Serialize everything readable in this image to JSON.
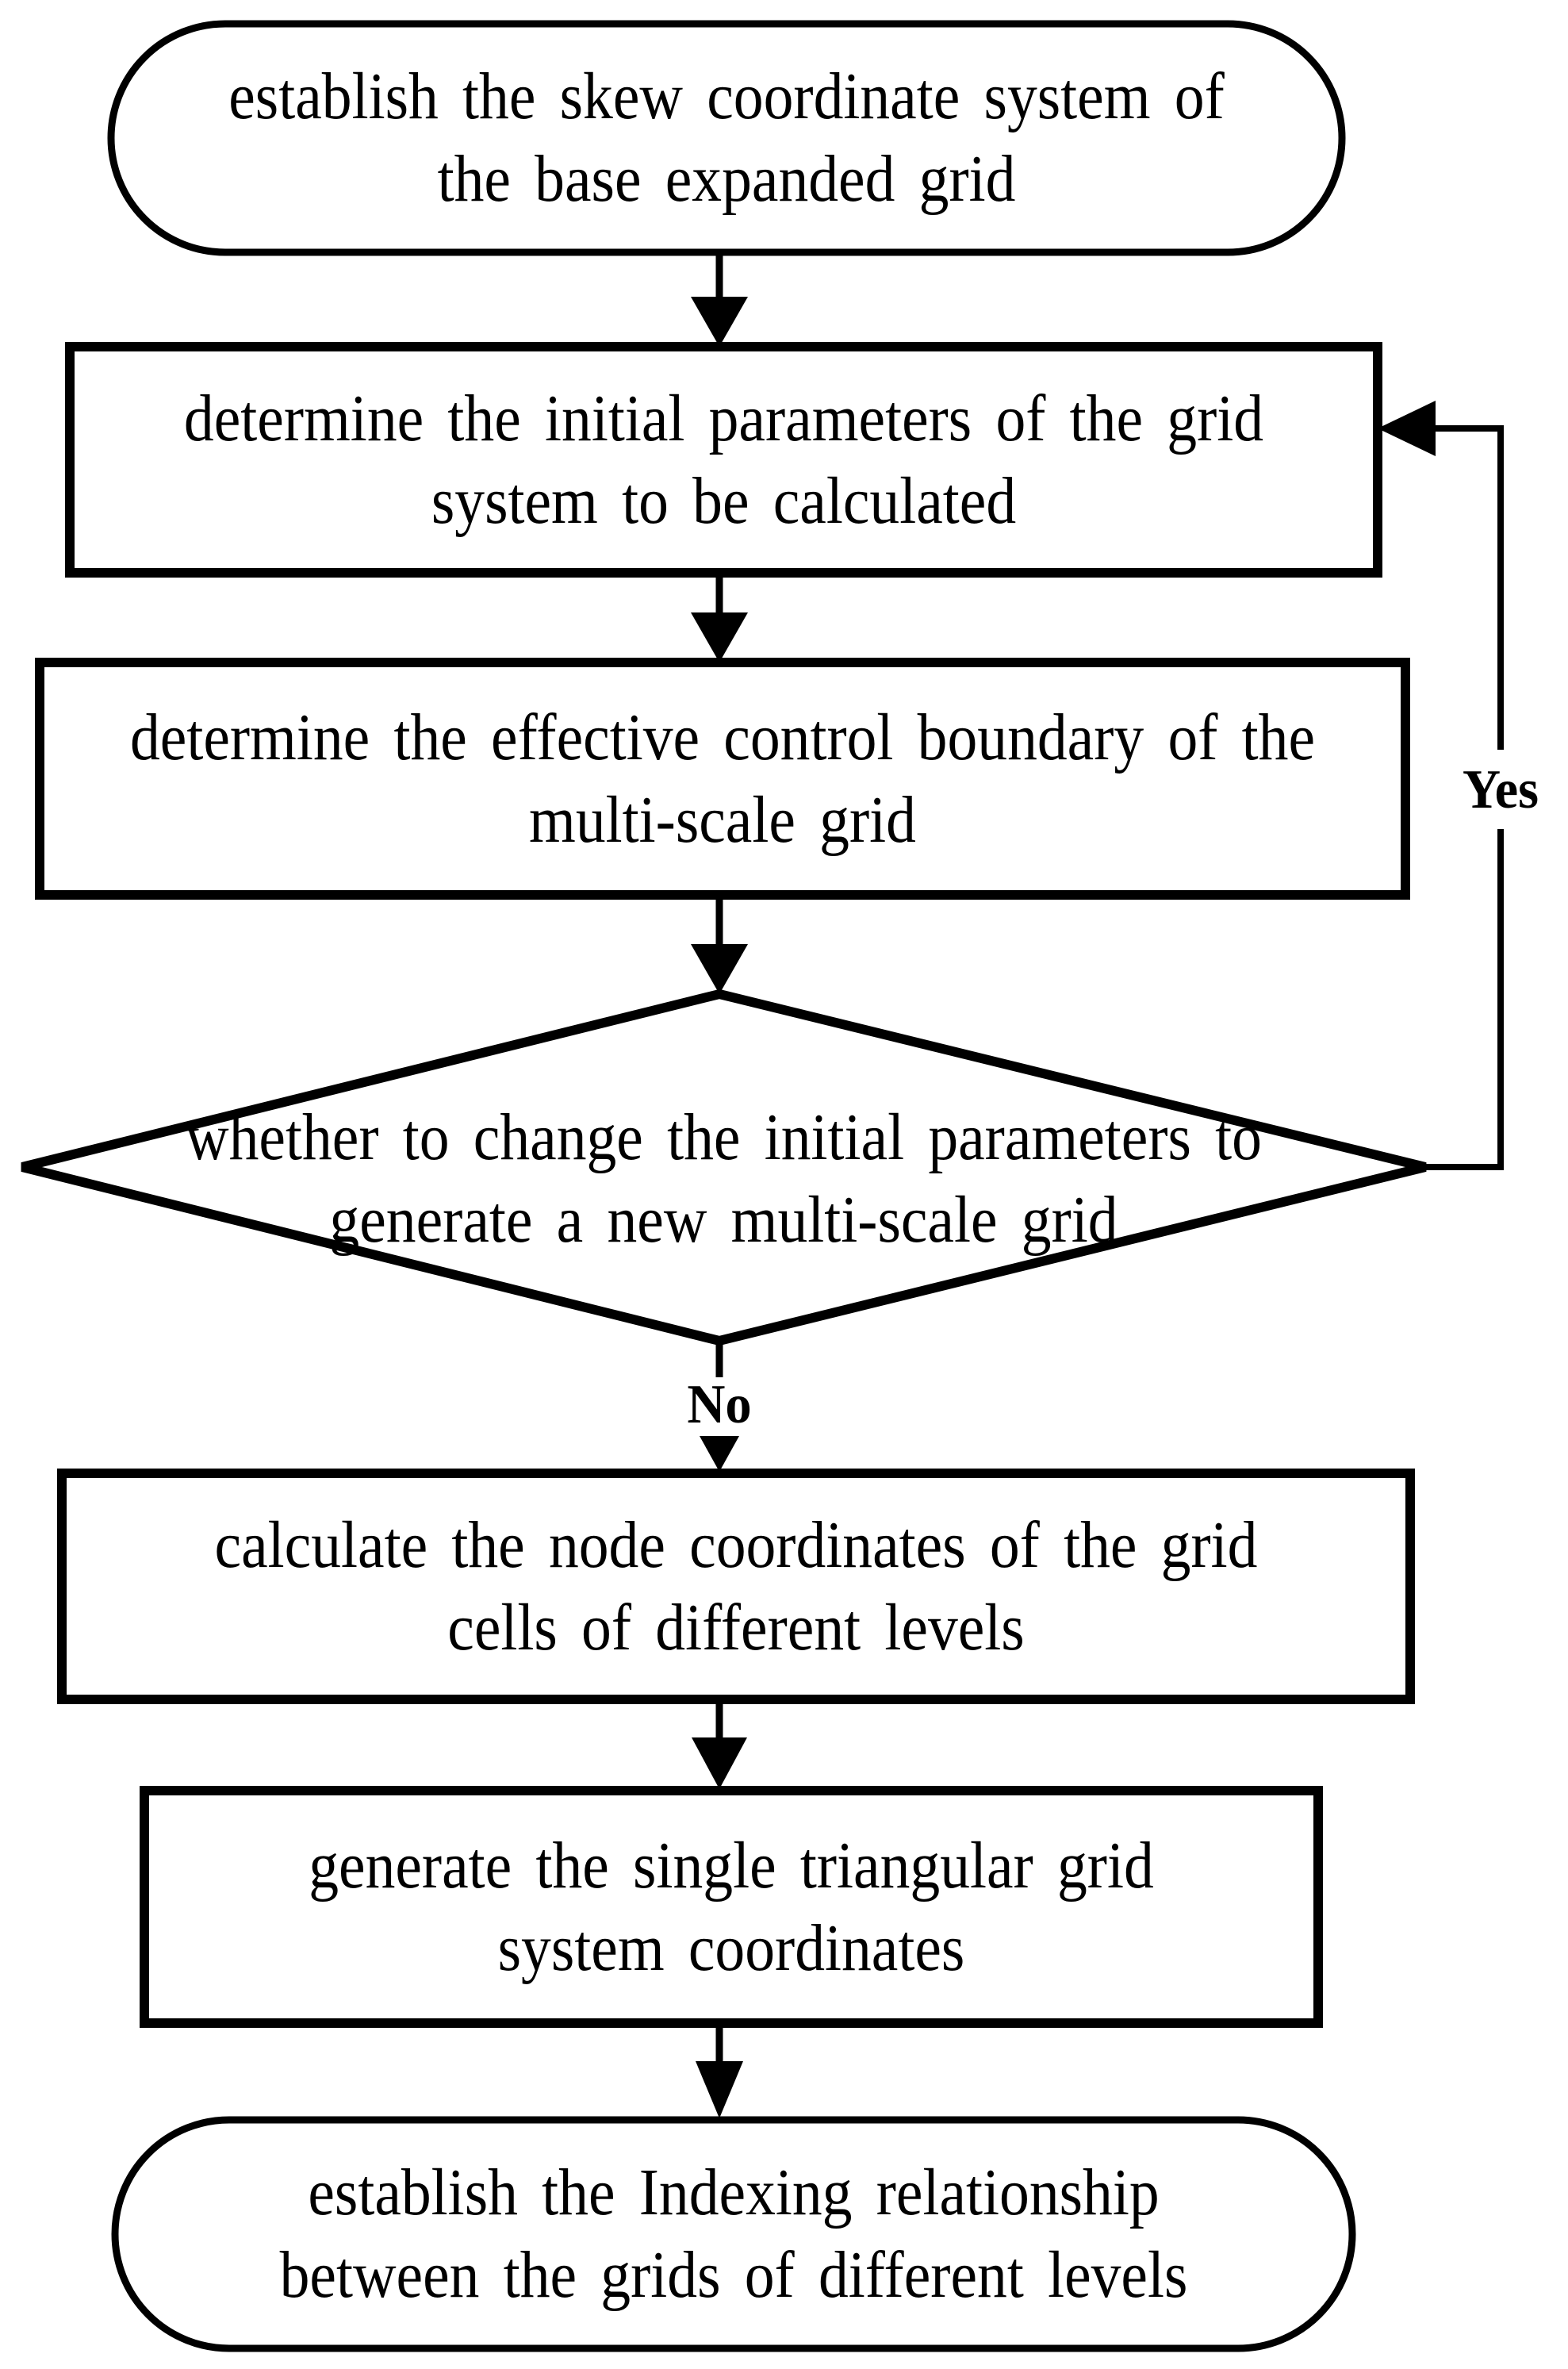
{
  "diagram": {
    "type": "flowchart",
    "colors": {
      "stroke": "#000000",
      "background": "#ffffff",
      "text": "#000000"
    },
    "nodes": [
      {
        "id": "start",
        "shape": "terminator",
        "line1": "establish the skew coordinate system of",
        "line2": "the base expanded grid"
      },
      {
        "id": "init-params",
        "shape": "process",
        "line1": "determine the initial parameters of the grid",
        "line2": "system to be calculated"
      },
      {
        "id": "control-boundary",
        "shape": "process",
        "line1": "determine the effective control boundary of the",
        "line2": "multi-scale grid"
      },
      {
        "id": "change-params",
        "shape": "decision",
        "line1": "whether to change the initial parameters to",
        "line2": "generate a new multi-scale grid"
      },
      {
        "id": "node-coordinates",
        "shape": "process",
        "line1": "calculate the node coordinates of the grid",
        "line2": "cells of different levels"
      },
      {
        "id": "single-triangular",
        "shape": "process",
        "line1": "generate the single triangular grid",
        "line2": "system coordinates"
      },
      {
        "id": "indexing",
        "shape": "terminator",
        "line1": "establish the Indexing relationship",
        "line2": "between the grids of different levels"
      }
    ],
    "edges": [
      {
        "from": "start",
        "to": "init-params",
        "label": ""
      },
      {
        "from": "init-params",
        "to": "control-boundary",
        "label": ""
      },
      {
        "from": "control-boundary",
        "to": "change-params",
        "label": ""
      },
      {
        "from": "change-params",
        "to": "init-params",
        "label": "Yes"
      },
      {
        "from": "change-params",
        "to": "node-coordinates",
        "label": "No"
      },
      {
        "from": "node-coordinates",
        "to": "single-triangular",
        "label": ""
      },
      {
        "from": "single-triangular",
        "to": "indexing",
        "label": ""
      }
    ]
  }
}
